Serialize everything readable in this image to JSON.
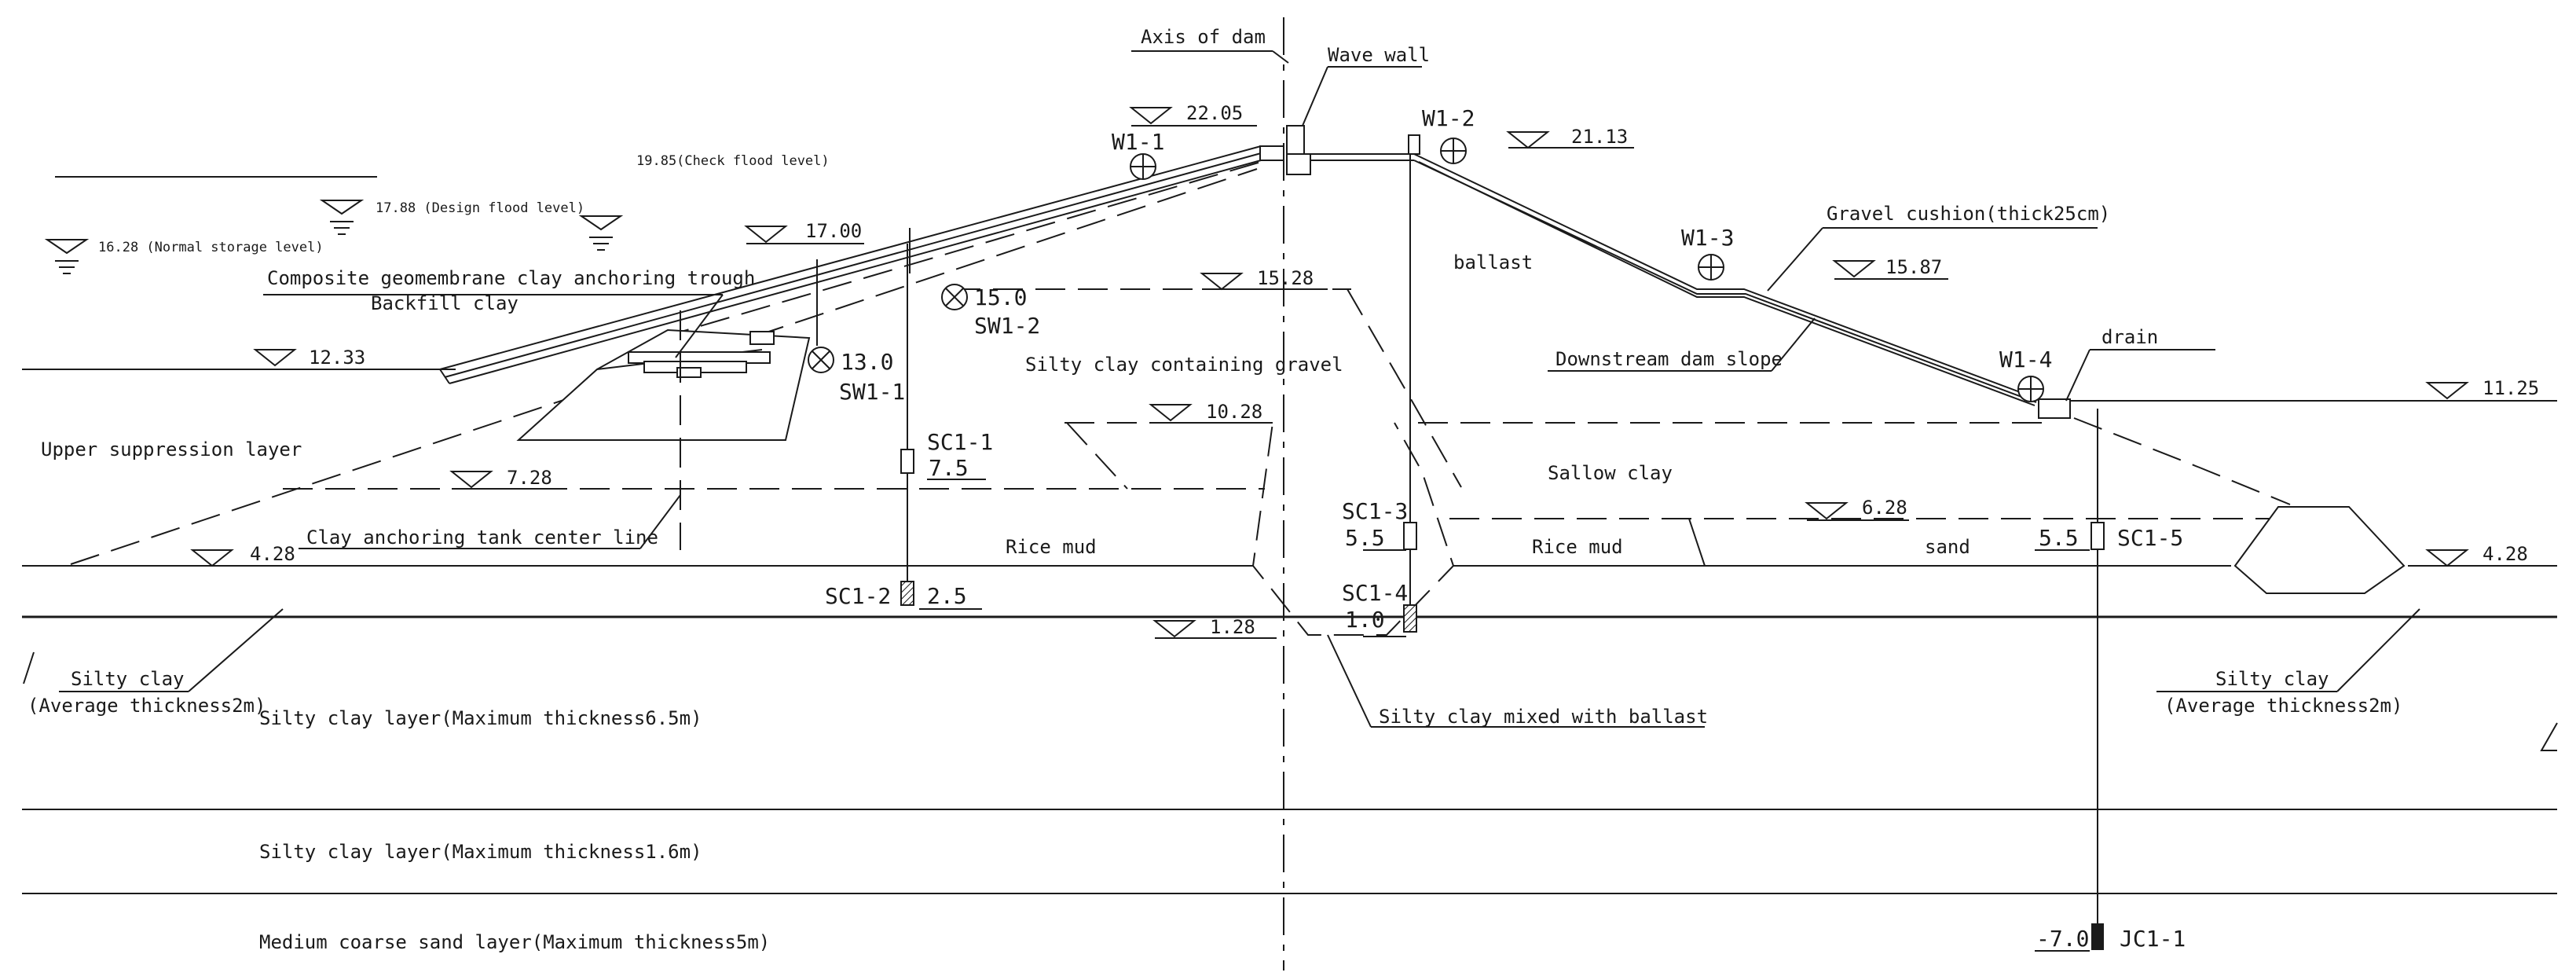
{
  "axis_label": "Axis of dam",
  "wave_wall": "Wave wall",
  "levels": {
    "crest_left": "22.05",
    "crest_right": "21.13",
    "check_flood": "19.85(Check flood level)",
    "design_flood": "17.88 (Design flood level)",
    "normal_storage": "16.28 (Normal storage level)",
    "berm_left": "17.00",
    "upstream_toe": "12.33",
    "inner_left": "7.28",
    "left_ground": "4.28",
    "core_top": "15.28",
    "trench_top": "10.28",
    "bottom_mid": "1.28",
    "downstream_berm": "15.87",
    "downstream_toe": "11.25",
    "right_inner": "6.28",
    "right_ground": "4.28"
  },
  "monitors": {
    "w1_1": "W1-1",
    "w1_2": "W1-2",
    "w1_3": "W1-3",
    "w1_4": "W1-4",
    "sw1_1": "SW1-1",
    "sw1_1_val": "13.0",
    "sw1_2": "SW1-2",
    "sw1_2_val": "15.0",
    "sc1_1": "SC1-1",
    "sc1_1_val": "7.5",
    "sc1_2": "SC1-2",
    "sc1_2_val": "2.5",
    "sc1_3": "SC1-3",
    "sc1_3_val": "5.5",
    "sc1_4": "SC1-4",
    "sc1_4_val": "1.0",
    "sc1_5": "SC1-5",
    "sc1_5_val": "5.5",
    "jc1_1": "JC1-1",
    "jc1_1_val": "-7.0"
  },
  "labels": {
    "geomembrane": "Composite geomembrane clay anchoring trough",
    "backfill": "Backfill clay",
    "upper_suppression": "Upper suppression layer",
    "anchoring_center": "Clay anchoring tank center line",
    "silty_gravel": "Silty clay containing gravel",
    "ballast": "ballast",
    "gravel_cushion": "Gravel cushion(thick25cm)",
    "downstream_slope": "Downstream dam slope",
    "drain": "drain",
    "sallow_clay": "Sallow clay",
    "rice_mud_left": "Rice mud",
    "rice_mud_right": "Rice mud",
    "sand": "sand",
    "silty_clay_left": "Silty clay",
    "avg_left": "(Average thickness2m)",
    "silty_clay_right": "Silty clay",
    "avg_right": "(Average thickness2m)",
    "layer_65": "Silty clay layer(Maximum thickness6.5m)",
    "silty_ballast": "Silty clay mixed with ballast",
    "layer_16": "Silty clay layer(Maximum thickness1.6m)",
    "sand_layer": "Medium coarse sand layer(Maximum thickness5m)"
  }
}
